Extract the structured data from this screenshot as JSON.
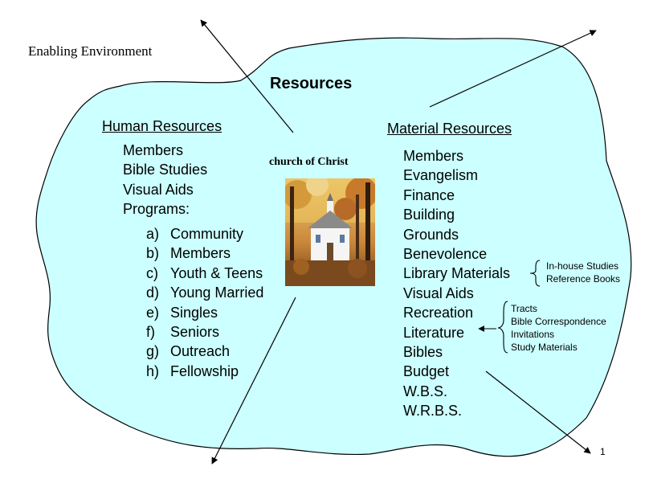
{
  "environment_label": "Enabling Environment",
  "title": "Resources",
  "center_label": "church of Christ",
  "human": {
    "heading": "Human Resources",
    "items": [
      "Members",
      "Bible Studies",
      "Visual Aids",
      "Programs:"
    ],
    "programs": [
      {
        "letter": "a)",
        "label": "Community"
      },
      {
        "letter": "b)",
        "label": "Members"
      },
      {
        "letter": "c)",
        "label": "Youth & Teens"
      },
      {
        "letter": "d)",
        "label": "Young Married"
      },
      {
        "letter": "e)",
        "label": "Singles"
      },
      {
        "letter": "f)",
        "label": "Seniors"
      },
      {
        "letter": "g)",
        "label": "Outreach"
      },
      {
        "letter": "h)",
        "label": "Fellowship"
      }
    ]
  },
  "material": {
    "heading": "Material Resources",
    "items": [
      "Members",
      "Evangelism",
      "Finance",
      "Building",
      "Grounds",
      "Benevolence",
      "Library Materials",
      "Visual Aids",
      "Recreation",
      "Literature",
      "Bibles",
      "Budget",
      "W.B.S.",
      "W.R.B.S."
    ],
    "library_subitems": [
      "In-house Studies",
      "Reference Books"
    ],
    "literature_subitems": [
      "Tracts",
      "Bible Correspondence",
      "Invitations",
      "Study Materials"
    ]
  },
  "page_number": "1",
  "colors": {
    "blob_fill": "#ccffff",
    "blob_stroke": "#000000"
  }
}
